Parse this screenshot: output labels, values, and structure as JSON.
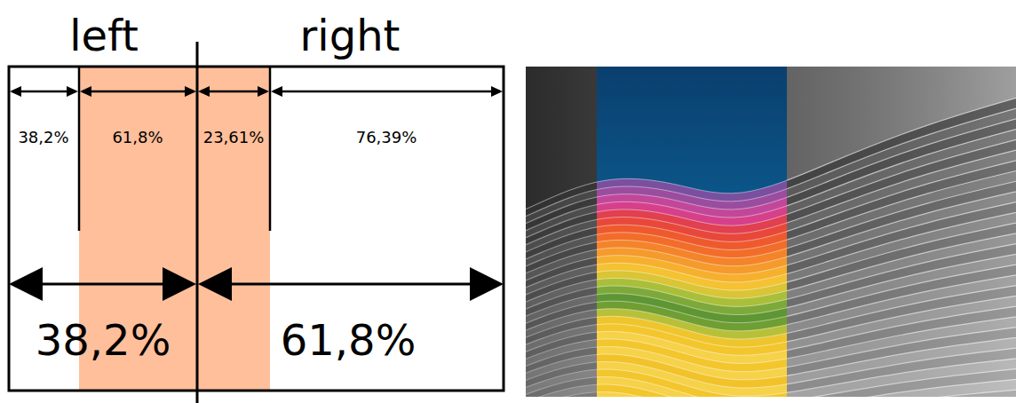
{
  "diagram": {
    "labels": [
      "left",
      "right",
      "38,2%",
      "61,8%",
      "23,61%",
      "76,39%",
      "38,2%",
      "61,8%"
    ]
  }
}
